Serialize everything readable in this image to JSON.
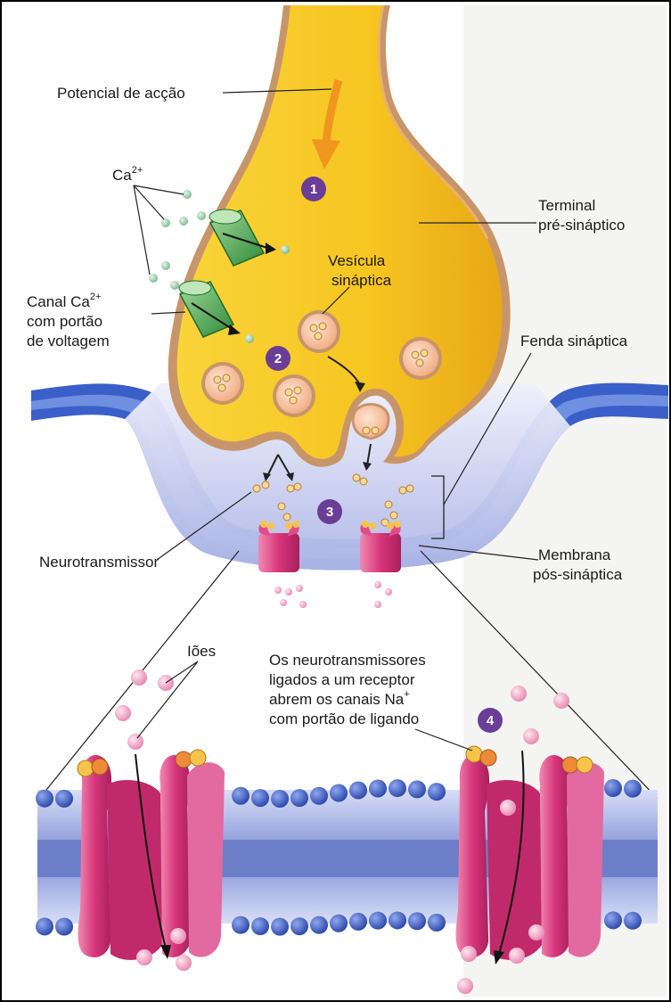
{
  "labels": {
    "action_potential": "Potencial de acção",
    "calcium": "Ca",
    "calcium_sup": "2+",
    "presynaptic_1": "Terminal",
    "presynaptic_2": "pré-sináptico",
    "vesicle_1": "Vesícula",
    "vesicle_2": "sináptica",
    "channel_1": "Canal Ca",
    "channel_1_sup": "2+",
    "channel_2": "com portão",
    "channel_3": "de voltagem",
    "cleft": "Fenda sináptica",
    "neurotransmitter": "Neurotransmissor",
    "postsynaptic_1": "Membrana",
    "postsynaptic_2": "pós-sináptica",
    "ions": "Iões",
    "receptor_1": "Os neurotransmissores",
    "receptor_2": "ligados a um receptor",
    "receptor_3": "abrem os canais Na",
    "receptor_3_sup": "+",
    "receptor_4": "com portão de ligando"
  },
  "steps": [
    "1",
    "2",
    "3",
    "4"
  ],
  "colors": {
    "terminal": "#f7c72a",
    "terminal_edge": "#c8956a",
    "cleft": "#c9cdee",
    "membrane": "#3a5fc8",
    "step_badge": "#6a3d96",
    "channel": "#d63a7c",
    "calcium_ion": "#a9d3b6",
    "ion": "#f2a9c8",
    "vesicle": "#f6c6a4"
  }
}
